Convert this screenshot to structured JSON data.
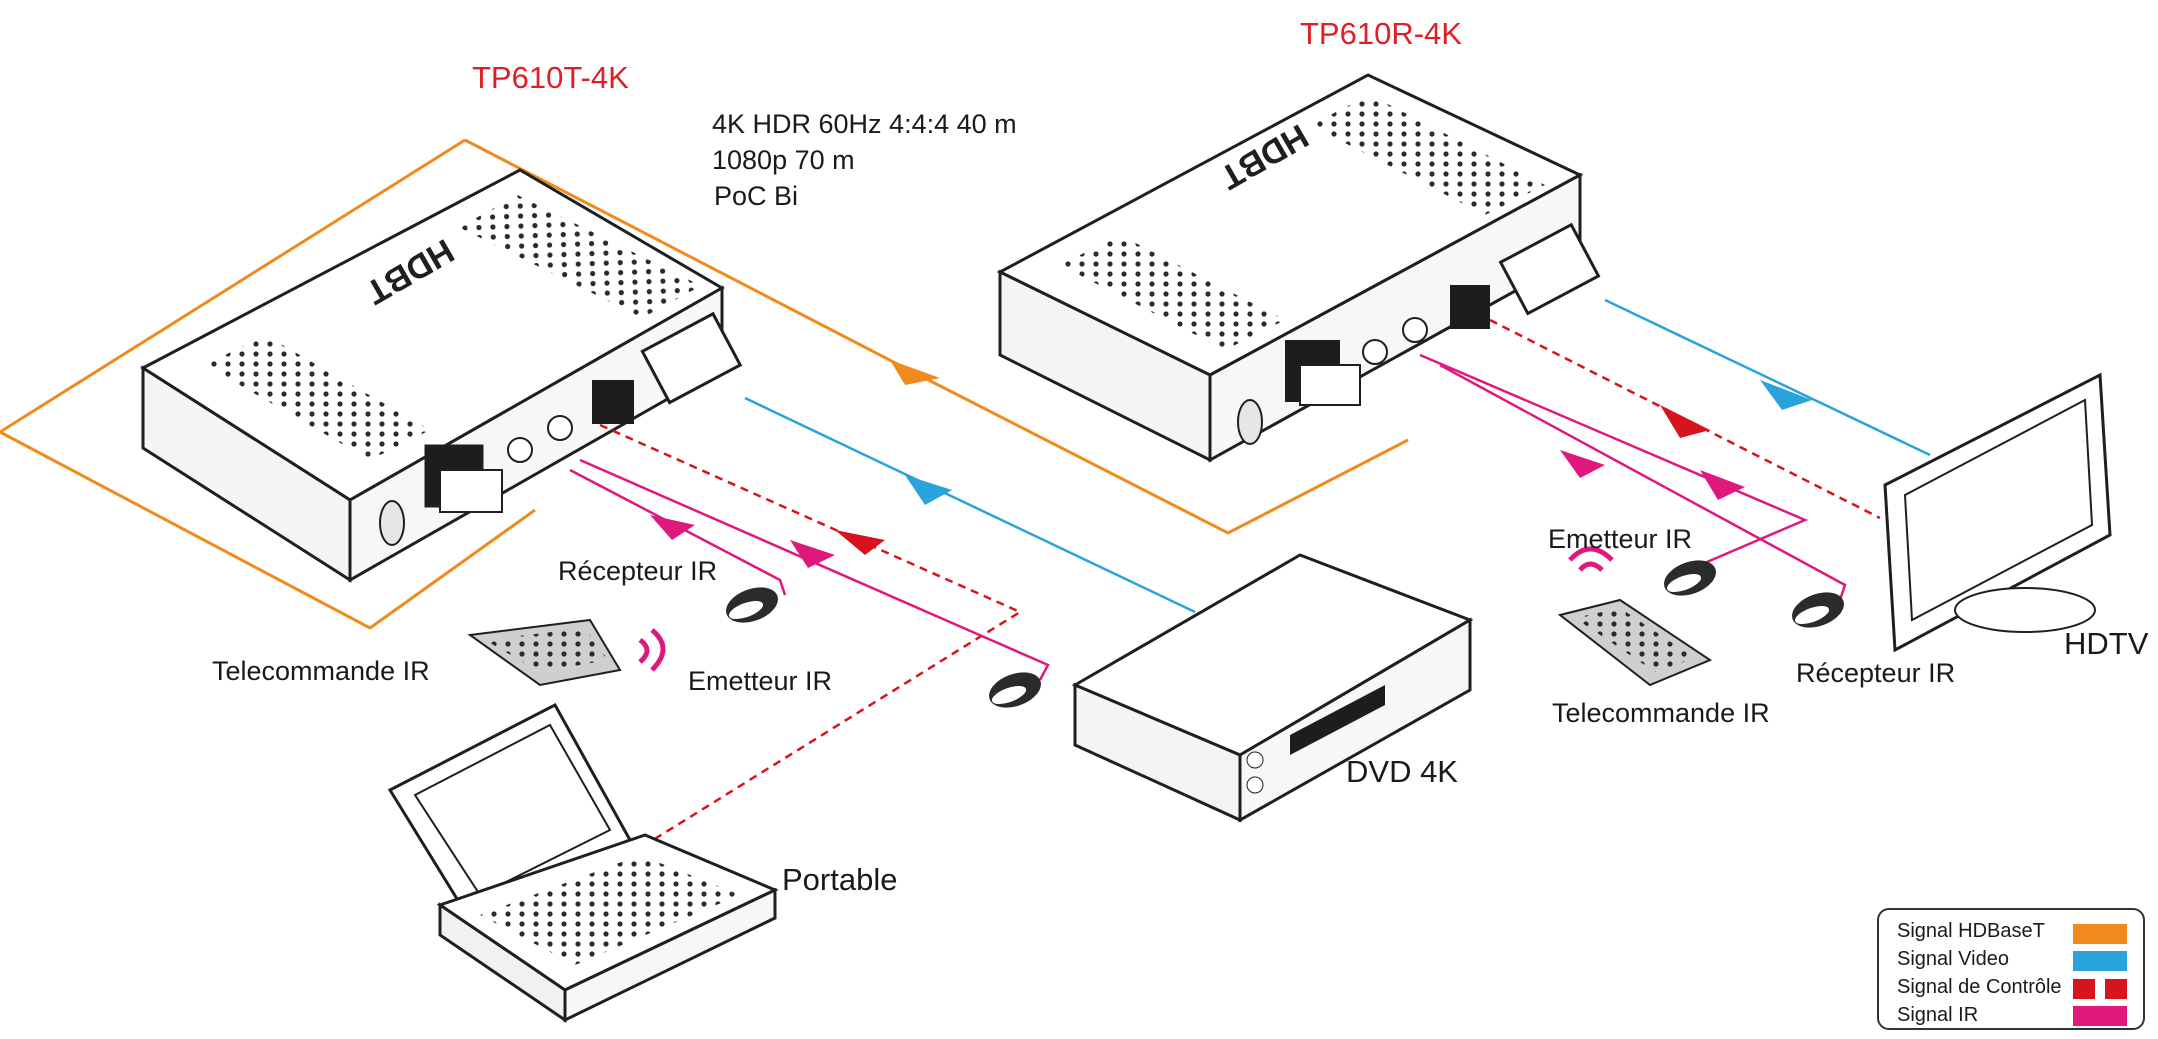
{
  "devices": {
    "transmitter_title": "TP610T-4K",
    "receiver_title": "TP610R-4K",
    "spec_line1": "4K HDR 60Hz 4:4:4 40 m",
    "spec_line2": "1080p 70 m",
    "spec_line3": "PoC Bi",
    "hdbt_logo": "HDBT"
  },
  "labels": {
    "recepteur_left": "Récepteur IR",
    "telecommande_left": "Telecommande IR",
    "emetteur_left": "Emetteur IR",
    "portable": "Portable",
    "dvd": "DVD 4K",
    "emetteur_right": "Emetteur IR",
    "telecommande_right": "Telecommande IR",
    "recepteur_right": "Récepteur IR",
    "hdtv": "HDTV"
  },
  "legend": {
    "hdbaset": "Signal HDBaseT",
    "video": "Signal Video",
    "control": "Signal de Contrôle",
    "ir": "Signal IR"
  },
  "colors": {
    "hdbaset": "#f08a1c",
    "video": "#2aa2dc",
    "control": "#d7141e",
    "ir": "#e0187e",
    "title": "#e01e26"
  }
}
